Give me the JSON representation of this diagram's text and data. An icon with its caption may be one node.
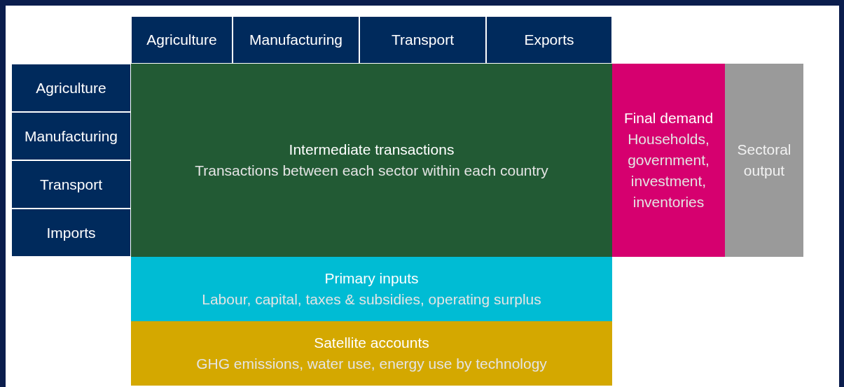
{
  "diagram": {
    "nodes": [
      {
        "text": [
          "Agriculture"
        ]
      },
      {
        "text": [
          "Manufacturing"
        ]
      },
      {
        "text": [
          "Transport"
        ]
      },
      {
        "text": [
          "Exports"
        ]
      },
      {
        "text": [
          "Agriculture"
        ]
      },
      {
        "text": [
          "Manufacturing"
        ]
      },
      {
        "text": [
          "Transport"
        ]
      },
      {
        "text": [
          "Imports"
        ]
      },
      {
        "text": [
          "Intermediate transactions",
          "Transactions between each sector within each country"
        ]
      },
      {
        "text": [
          "Final demand",
          "Households, government, investment, inventories"
        ]
      },
      {
        "text": [
          "Sectoral output"
        ]
      },
      {
        "text": [
          "Primary inputs",
          "Labour, capital, taxes & subsidies, operating surplus"
        ]
      },
      {
        "text": [
          "Satellite accounts",
          "GHG emissions, water use, energy use by technology"
        ]
      }
    ]
  }
}
